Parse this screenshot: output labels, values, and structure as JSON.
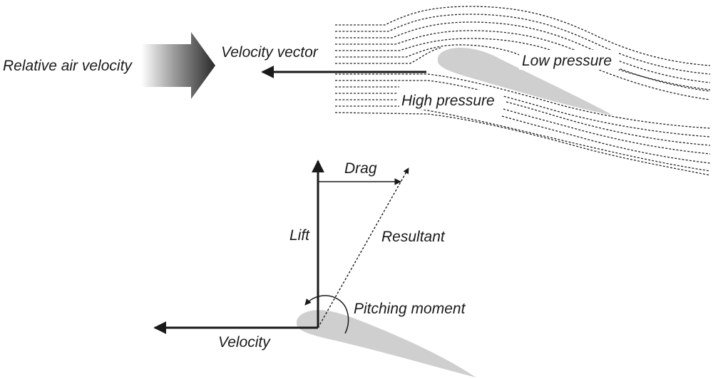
{
  "top_panel": {
    "relative_air_velocity": "Relative air velocity",
    "velocity_vector": "Velocity vector",
    "low_pressure": "Low pressure",
    "high_pressure": "High pressure"
  },
  "bottom_panel": {
    "drag": "Drag",
    "lift": "Lift",
    "resultant": "Resultant",
    "pitching_moment": "Pitching moment",
    "velocity": "Velocity"
  },
  "colors": {
    "airfoil": "#cfcfcf",
    "ink": "#1a1a1a"
  }
}
